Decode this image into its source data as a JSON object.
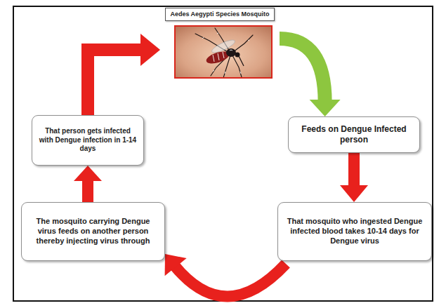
{
  "diagram": {
    "nodes": [
      {
        "text": [
          "Aedes Aegypti Species Mosquito"
        ]
      },
      {
        "text": [
          "Feeds on Dengue Infected person"
        ]
      },
      {
        "text": [
          "That mosquito who ingested Dengue infected blood takes 10-14 days for Dengue virus"
        ]
      },
      {
        "text": [
          "The mosquito carrying Dengue virus feeds on another person thereby injecting virus through"
        ]
      },
      {
        "text": [
          "That person gets infected with Dengue infection in 1-14 days"
        ]
      }
    ],
    "edges": [
      {
        "from": 0,
        "to": 1,
        "arrow": "to"
      },
      {
        "from": 1,
        "to": 2,
        "arrow": "to"
      },
      {
        "from": 2,
        "to": 3,
        "arrow": "to"
      },
      {
        "from": 3,
        "to": 4,
        "arrow": "to"
      },
      {
        "from": 4,
        "to": 0,
        "arrow": "to"
      }
    ]
  }
}
